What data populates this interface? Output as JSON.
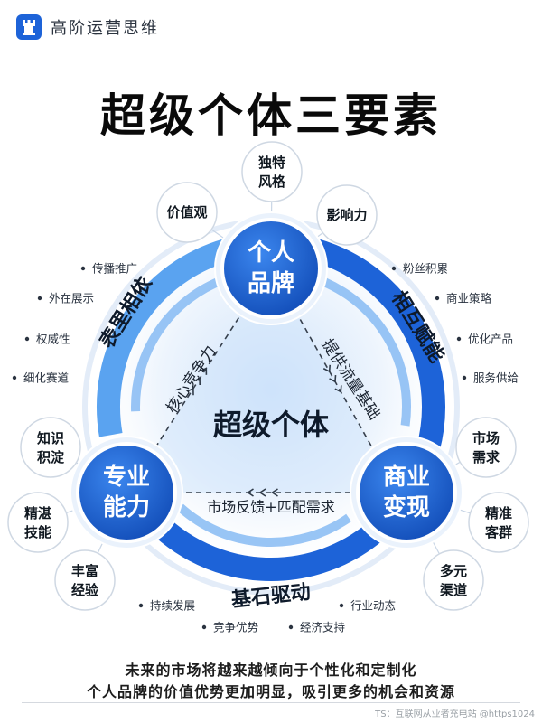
{
  "header": {
    "brand": "高阶运营思维"
  },
  "title": "超级个体三要素",
  "center_label": "超级个体",
  "nodes": {
    "top": [
      "个人",
      "品牌"
    ],
    "left": [
      "专业",
      "能力"
    ],
    "right": [
      "商业",
      "变现"
    ]
  },
  "inner_labels": {
    "left": "核心竞争力",
    "right": "提供流量基础",
    "bottom": "市场反馈+匹配需求"
  },
  "arc_labels": {
    "left": "表里相依",
    "right": "相互赋能",
    "bottom": "基石驱动"
  },
  "satellites": {
    "top": [
      [
        "独特",
        "风格"
      ],
      [
        "价值观"
      ],
      [
        "影响力"
      ]
    ],
    "left": [
      [
        "知识",
        "积淀"
      ],
      [
        "精湛",
        "技能"
      ],
      [
        "丰富",
        "经验"
      ]
    ],
    "right": [
      [
        "市场",
        "需求"
      ],
      [
        "精准",
        "客群"
      ],
      [
        "多元",
        "渠道"
      ]
    ]
  },
  "bullets": {
    "left": [
      "传播推广",
      "外在展示",
      "权威性",
      "细化赛道"
    ],
    "right": [
      "粉丝积累",
      "商业策略",
      "优化产品",
      "服务供给"
    ],
    "bottom": [
      "持续发展",
      "竞争优势",
      "经济支持",
      "行业动态"
    ]
  },
  "footer": {
    "line1": "未来的市场将越来越倾向于个性化和定制化",
    "line2": "个人品牌的价值优势更加明显，吸引更多的机会和资源"
  },
  "watermark": "TS：互联网从业者充电站 @https1024",
  "colors": {
    "primary_blue": "#1d63d8",
    "dark_blue": "#123f9e",
    "light_blue": "#5aa3f0",
    "pale_blue": "#e6f0fc"
  }
}
